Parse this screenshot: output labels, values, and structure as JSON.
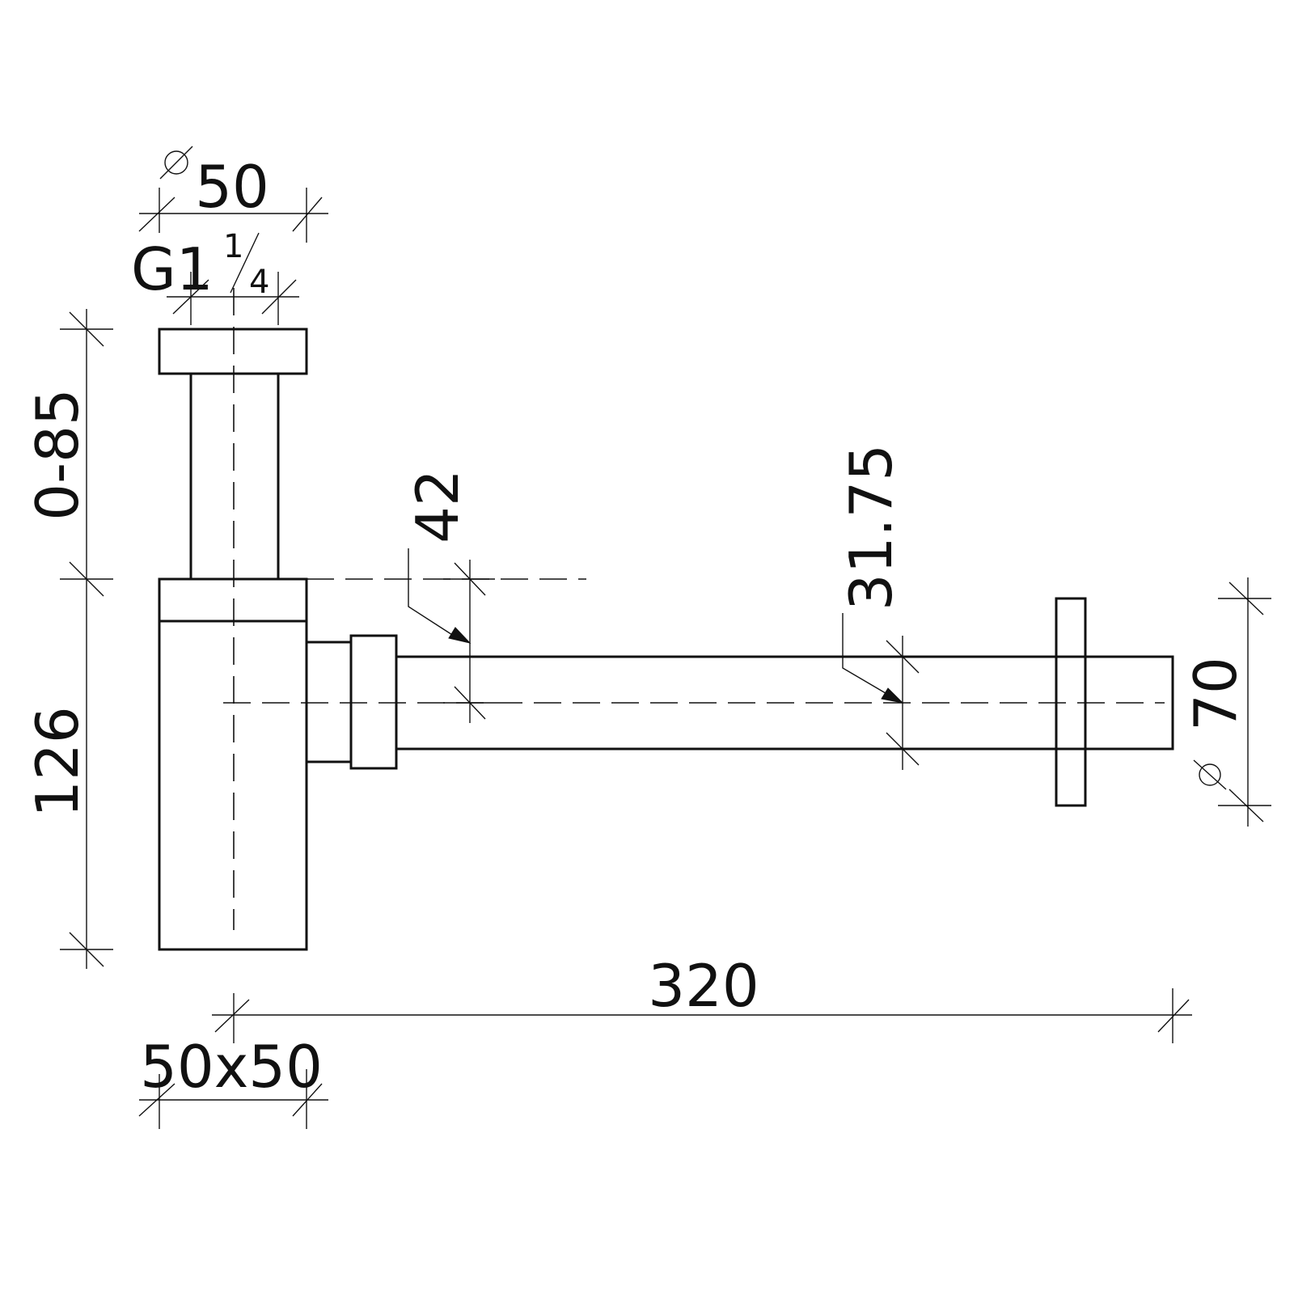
{
  "drawing": {
    "line_color": "#111111",
    "background": "#ffffff"
  },
  "dimensions": {
    "diameter_top": "50",
    "thread_g": "G1",
    "thread_frac_num": "1",
    "thread_frac_den": "4",
    "height_range": "0-85",
    "body_height": "126",
    "inlet_offset": "42",
    "pipe_diameter": "31.75",
    "rosette_diameter": "70",
    "length": "320",
    "body_section": "50x50"
  }
}
